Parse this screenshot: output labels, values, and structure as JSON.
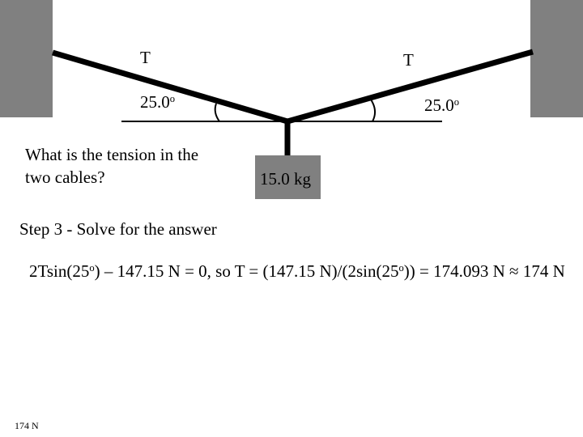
{
  "diagram": {
    "tension_left_label": "T",
    "tension_right_label": "T",
    "angle_left_value": "25.0",
    "angle_right_value": "25.0",
    "degree_symbol": "o",
    "mass_label": "15.0 kg",
    "colors": {
      "support": "#808080",
      "mass_block": "#808080",
      "cable": "#000000"
    }
  },
  "question": "What is the tension in the two cables?",
  "step_heading": "Step 3 - Solve for the answer",
  "solution": {
    "part1": "2Tsin(25",
    "part2": ") – 147.15 N = 0, so T = (147.15 N)/(2sin(25",
    "part3": ")) = 174.093 N ≈ 174 N"
  },
  "footer_answer": "174 N"
}
